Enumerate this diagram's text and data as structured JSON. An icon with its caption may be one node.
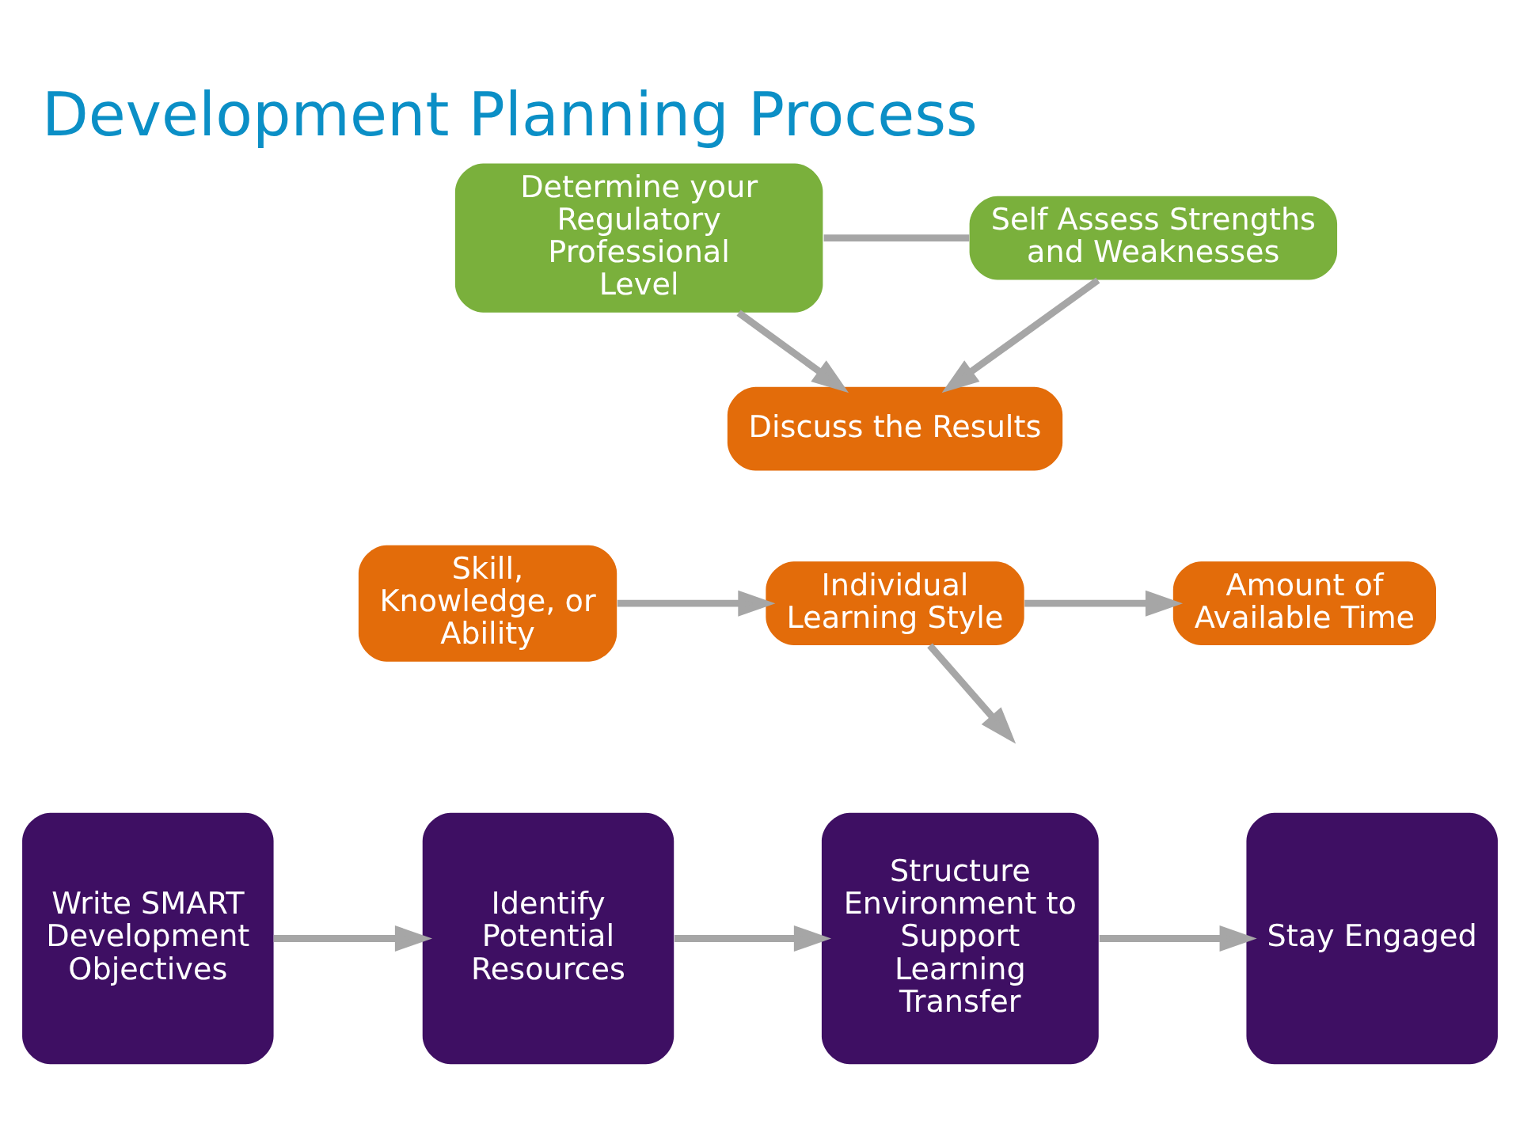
{
  "diagram": {
    "title": "Development Planning Process",
    "nodes": [
      {
        "text": [
          "Determine your Regulatory Professional Level"
        ]
      },
      {
        "text": [
          "Self Assess Strengths and Weaknesses"
        ]
      },
      {
        "text": [
          "Discuss the Results"
        ]
      },
      {
        "text": [
          "Skill, Knowledge, or Ability"
        ]
      },
      {
        "text": [
          "Individual Learning Style"
        ]
      },
      {
        "text": [
          "Amount of Available Time"
        ]
      },
      {
        "text": [
          "Write SMART Development Objectives"
        ]
      },
      {
        "text": [
          "Identify Potential Resources"
        ]
      },
      {
        "text": [
          "Structure Environment to Support Learning Transfer"
        ]
      },
      {
        "text": [
          "Stay Engaged"
        ]
      }
    ],
    "edges": [
      {
        "from": 0,
        "to": 1,
        "arrow": "none"
      },
      {
        "from": 0,
        "to": 2,
        "arrow": "to"
      },
      {
        "from": 1,
        "to": 2,
        "arrow": "to"
      },
      {
        "from": 3,
        "to": 4,
        "arrow": "to"
      },
      {
        "from": 4,
        "to": 5,
        "arrow": "to"
      },
      {
        "from": 4,
        "to": null,
        "arrow": "to"
      },
      {
        "from": 6,
        "to": 7,
        "arrow": "to"
      },
      {
        "from": 7,
        "to": 8,
        "arrow": "to"
      },
      {
        "from": 8,
        "to": 9,
        "arrow": "to"
      }
    ]
  }
}
